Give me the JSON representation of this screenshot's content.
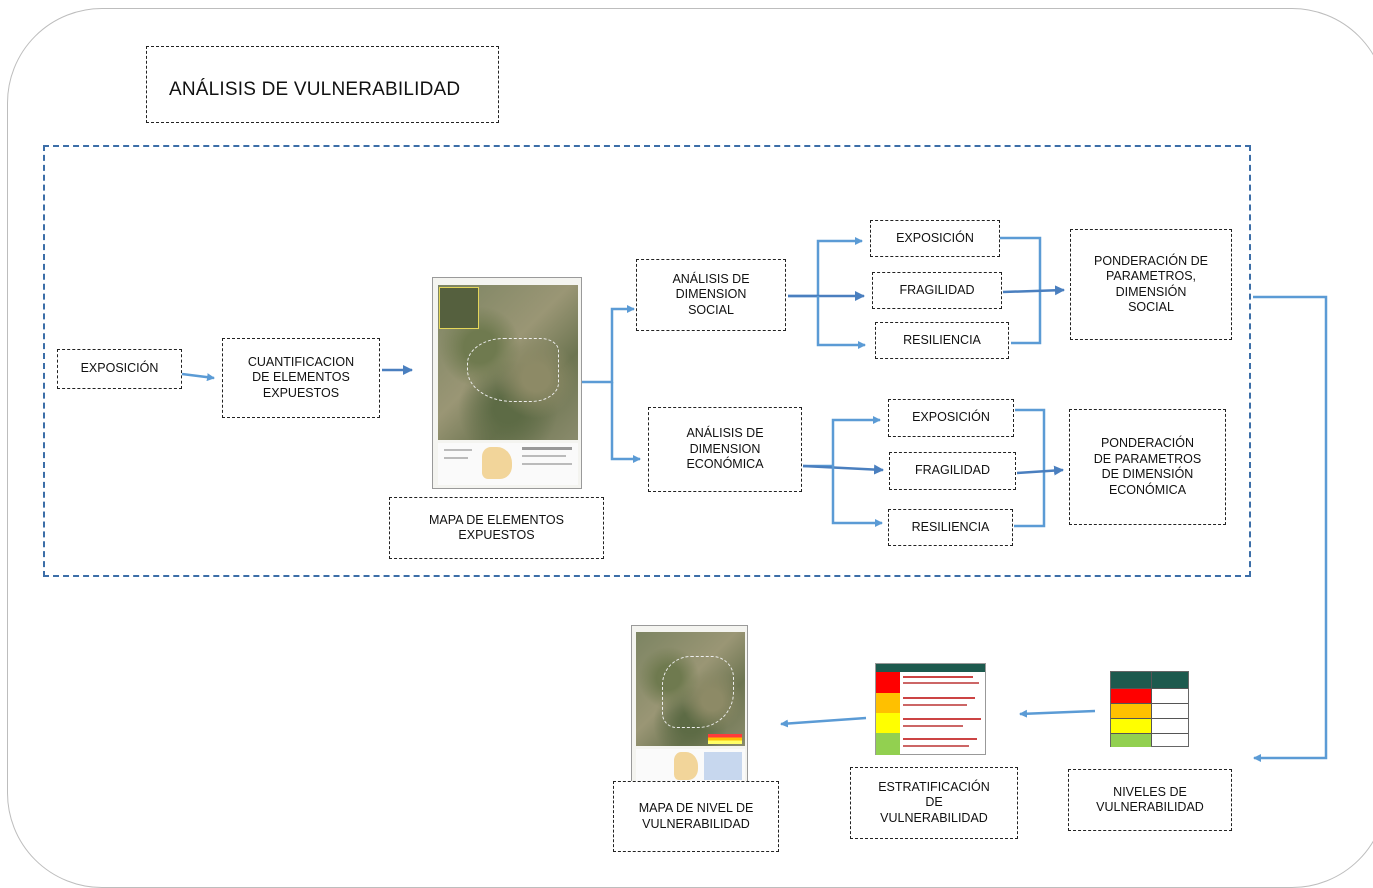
{
  "title": "ANÁLISIS DE VULNERABILIDAD",
  "nodes": {
    "exposicion": "EXPOSICIÓN",
    "cuantificacion": "CUANTIFICACION\nDE ELEMENTOS\nEXPUESTOS",
    "mapa_elementos": "MAPA DE ELEMENTOS\nEXPUESTOS",
    "analisis_social": "ANÁLISIS DE\nDIMENSION\nSOCIAL",
    "analisis_economica": "ANÁLISIS DE\nDIMENSION\nECONÓMICA",
    "social_exposicion": "EXPOSICIÓN",
    "social_fragilidad": "FRAGILIDAD",
    "social_resiliencia": "RESILIENCIA",
    "eco_exposicion": "EXPOSICIÓN",
    "eco_fragilidad": "FRAGILIDAD",
    "eco_resiliencia": "RESILIENCIA",
    "ponderacion_social": "PONDERACIÓN DE\nPARAMETROS,\nDIMENSIÓN\nSOCIAL",
    "ponderacion_economica": "PONDERACIÓN\nDE PARAMETROS\nDE DIMENSIÓN\nECONÓMICA",
    "niveles": "NIVELES DE\nVULNERABILIDAD",
    "estratificacion": "ESTRATIFICACIÓN\nDE\nVULNERABILIDAD",
    "mapa_nivel": "MAPA DE NIVEL DE\nVULNERABILIDAD"
  },
  "colors": {
    "arrow": "#5b9bd5",
    "dashed_frame": "#3c6ea8",
    "table_header": "#1d5a4e",
    "red": "#ff0000",
    "orange": "#ffc000",
    "yellow": "#ffff00",
    "green": "#92d050"
  }
}
